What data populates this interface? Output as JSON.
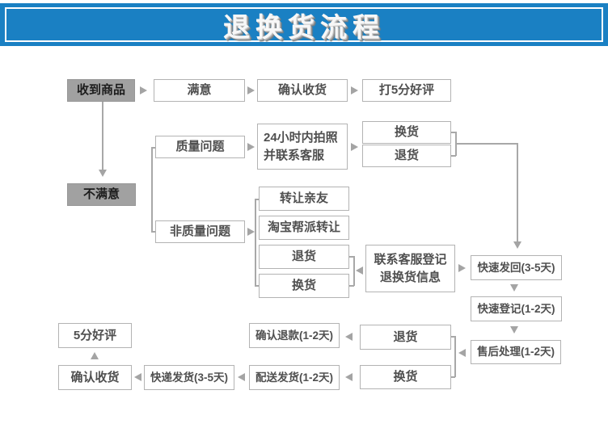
{
  "header": {
    "title": "退换货流程"
  },
  "palette": {
    "banner_blue": "#1a80c3",
    "banner_border_white": "#ffffff",
    "solid_node_gray": "#a1a1a1",
    "node_border_gray": "#b3b3b3",
    "node_text_gray": "#4f4f4f",
    "connector_gray": "#a4a4a4"
  },
  "icons": {
    "arrow_right": "right-filled-triangle",
    "arrow_left": "left-filled-triangle",
    "arrow_up": "up-filled-triangle",
    "arrow_down": "down-filled-triangle"
  },
  "nodes": {
    "received": "收到商品",
    "satisfied": "满意",
    "confirm_receipt_top": "确认收货",
    "five_star_rating_top": "打5分好评",
    "quality_issue": "质量问题",
    "photo_24h": "24小时内拍照\n并联系客服",
    "exchange_top": "换货",
    "return_top": "退货",
    "unsatisfied": "不满意",
    "non_quality_issue": "非质量问题",
    "transfer_to_friends": "转让亲友",
    "taobao_group_transfer": "淘宝帮派转让",
    "return_mid": "退货",
    "exchange_mid": "换货",
    "contact_cs": "联系客服登记\n退换货信息",
    "fast_send_back": "快速发回(3-5天)",
    "fast_register": "快速登记(1-2天)",
    "after_sales": "售后处理(1-2天)",
    "five_star_rating_bottom": "5分好评",
    "confirm_refund": "确认退款(1-2天)",
    "return_bottom": "退货",
    "confirm_receipt_bottom": "确认收货",
    "express_delivery": "快递发货(3-5天)",
    "dispatch_delivery": "配送发货(1-2天)",
    "exchange_bottom": "换货"
  }
}
